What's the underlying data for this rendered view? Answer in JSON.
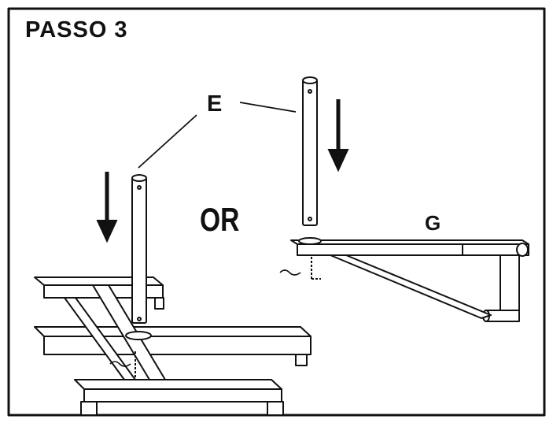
{
  "step_title": "PASSO  3",
  "labels": {
    "part_e": "E",
    "or": "OR",
    "part_g": "G"
  }
}
